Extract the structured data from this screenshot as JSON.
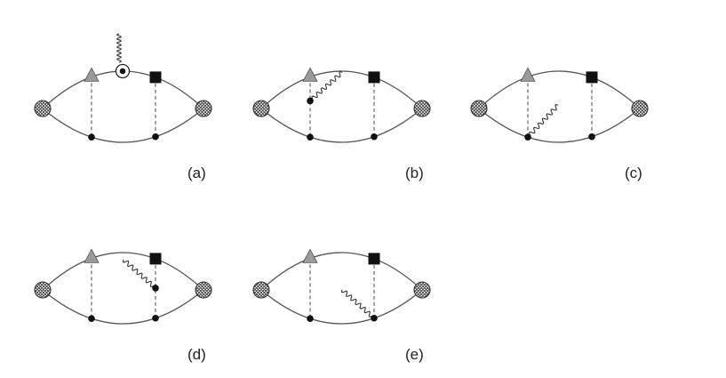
{
  "diagrams": [
    {
      "id": "a",
      "label": "(a)",
      "photon": "external"
    },
    {
      "id": "b",
      "label": "(b)",
      "photon": "upper-left"
    },
    {
      "id": "c",
      "label": "(c)",
      "photon": "lower-left"
    },
    {
      "id": "d",
      "label": "(d)",
      "photon": "upper-right"
    },
    {
      "id": "e",
      "label": "(e)",
      "photon": "lower-right"
    }
  ],
  "symbols": {
    "end_vertex": "hatched-circle-icon",
    "left_vertex": "gray-triangle-icon",
    "right_vertex": "black-square-icon",
    "interaction": "dashed-line",
    "photon": "wavy-line",
    "photon_vertex": "black-dot-icon",
    "external_vertex": "circled-dot-icon"
  },
  "colors": {
    "line": "#555555",
    "triangle_fill": "#9a9a9a",
    "square_fill": "#111111",
    "dot_fill": "#111111",
    "hatch": "#333333"
  }
}
